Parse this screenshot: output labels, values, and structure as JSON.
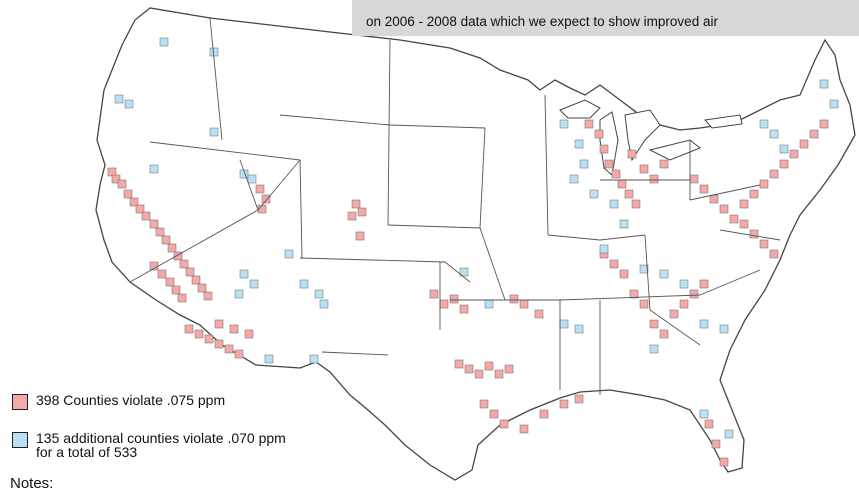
{
  "banner": {
    "text": "on 2006 - 2008 data which we expect to show improved air"
  },
  "legend": {
    "items": [
      {
        "label": "398 Counties violate .075 ppm",
        "color": "#f4a8a8"
      },
      {
        "label": "135 additional counties violate .070 ppm",
        "label2": "for a total of 533",
        "color": "#b9e0f4"
      }
    ]
  },
  "notes": {
    "label": "Notes:"
  },
  "map": {
    "land_color": "#ffffff",
    "border_color": "#444444",
    "violate_075_color": "#f4a8a8",
    "violate_070_color": "#b9e0f4"
  }
}
